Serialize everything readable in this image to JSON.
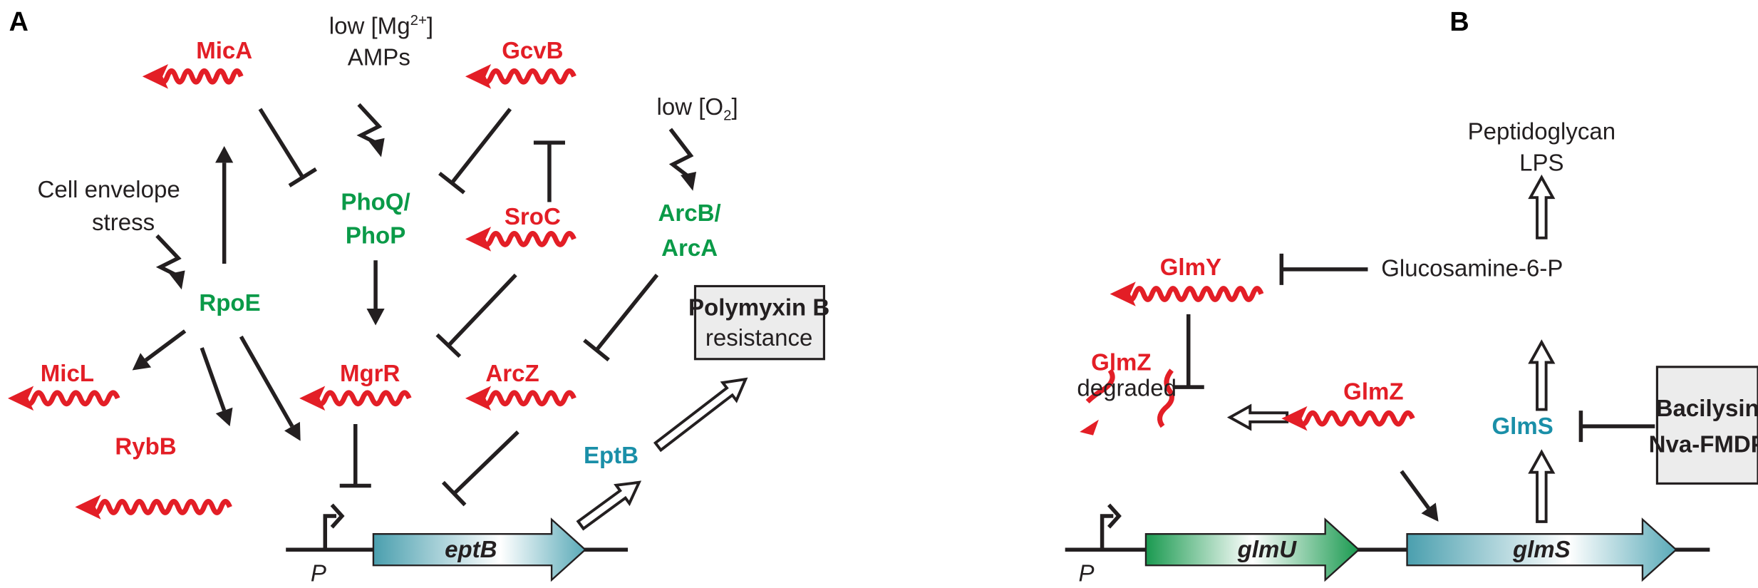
{
  "colors": {
    "srna": "#e31e26",
    "regulator": "#0a9a48",
    "protein": "#1a8fa8",
    "ink": "#231f20",
    "box": "#ececec"
  },
  "panel_a": {
    "label": "A",
    "mica": "MicA",
    "gcvb": "GcvB",
    "sroc": "SroC",
    "micl": "MicL",
    "rybb": "RybB",
    "mgrr": "MgrR",
    "arcz": "ArcZ",
    "low_mg_prefix": "low [Mg",
    "low_mg_sup": "2+",
    "low_mg_suffix": "]",
    "amps": "AMPs",
    "low_o2_prefix": "low [O",
    "low_o2_sub": "2",
    "low_o2_suffix": "]",
    "stress_line1": "Cell envelope",
    "stress_line2": "stress",
    "rpoe": "RpoE",
    "phoq": "PhoQ/",
    "phop": "PhoP",
    "arcb": "ArcB/",
    "arca": "ArcA",
    "eptb_protein": "EptB",
    "box_line1": "Polymyxin B",
    "box_line2": "resistance",
    "promoter": "P",
    "gene": "eptB"
  },
  "panel_b": {
    "label": "B",
    "peptidoglycan": "Peptidoglycan",
    "lps": "LPS",
    "glucosamine": "Glucosamine-6-P",
    "glmy": "GlmY",
    "glmz_degraded_name": "GlmZ",
    "degraded": "degraded",
    "glmz": "GlmZ",
    "glms_protein": "GlmS",
    "box_line1": "Bacilysin",
    "box_line2": "Nva-FMDP",
    "promoter": "P",
    "gene1": "glmU",
    "gene2": "glmS"
  }
}
